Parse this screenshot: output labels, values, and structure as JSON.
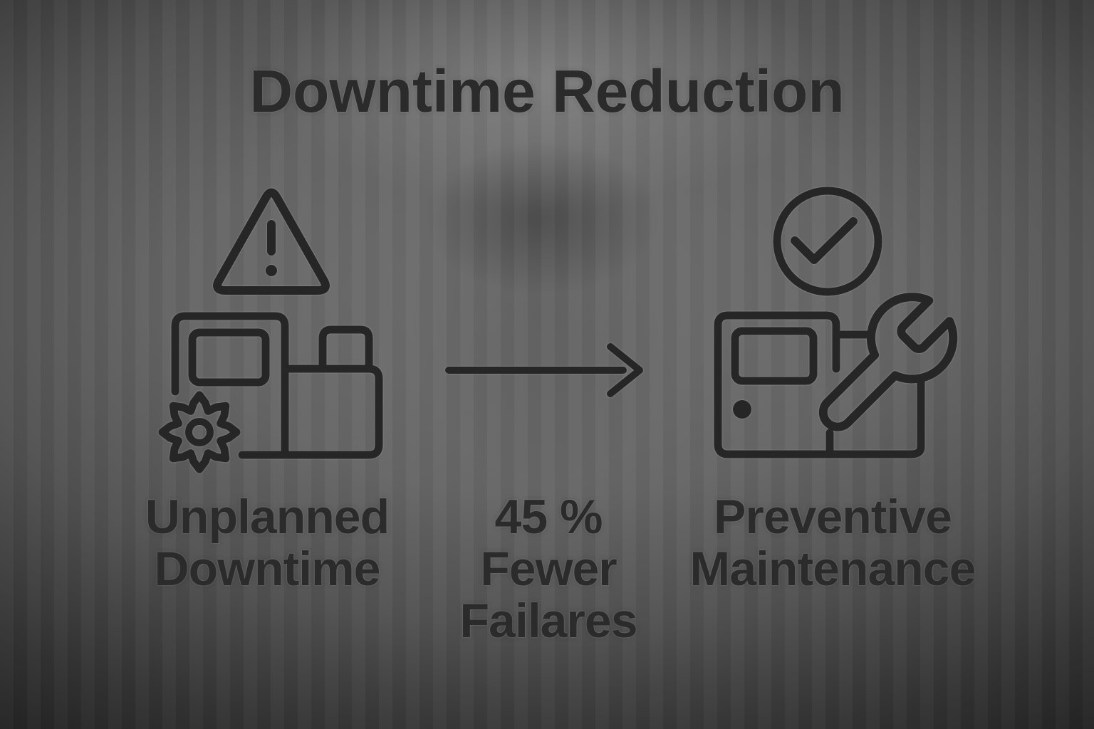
{
  "title": "Downtime Reduction",
  "left": {
    "icon_top": "warning-triangle",
    "icon_main": "machine-with-gear",
    "label_lines": [
      "Unplanned",
      "Downtime"
    ]
  },
  "center": {
    "icon": "arrow-right",
    "stat_lines": [
      "45 %",
      "Fewer",
      "Failares"
    ]
  },
  "right": {
    "icon_top": "check-circle",
    "icon_main": "machine-with-wrench",
    "label_lines": [
      "Preventive",
      "Maintenance"
    ]
  },
  "colors": {
    "line": "#262626",
    "text": "#2b2b2b",
    "background_center": "#707070",
    "background_edge": "#232323"
  }
}
